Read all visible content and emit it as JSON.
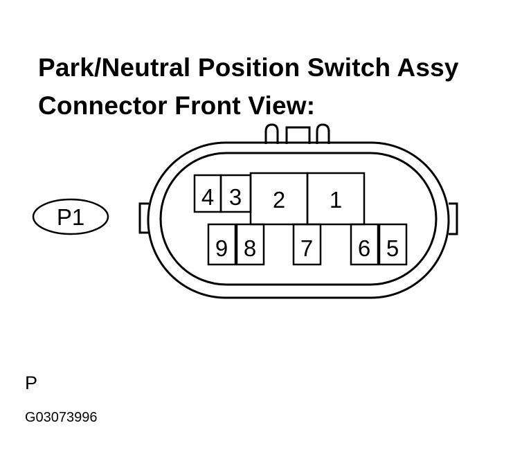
{
  "title": {
    "line1": "Park/Neutral Position Switch Assy",
    "line2": "Connector Front View:"
  },
  "connector": {
    "code": "P1",
    "terminals_top": [
      "4",
      "3",
      "2",
      "1"
    ],
    "terminals_bottom": [
      "9",
      "8",
      "7",
      "6",
      "5"
    ]
  },
  "footer": {
    "letter": "P",
    "figure_code": "G03073996"
  }
}
